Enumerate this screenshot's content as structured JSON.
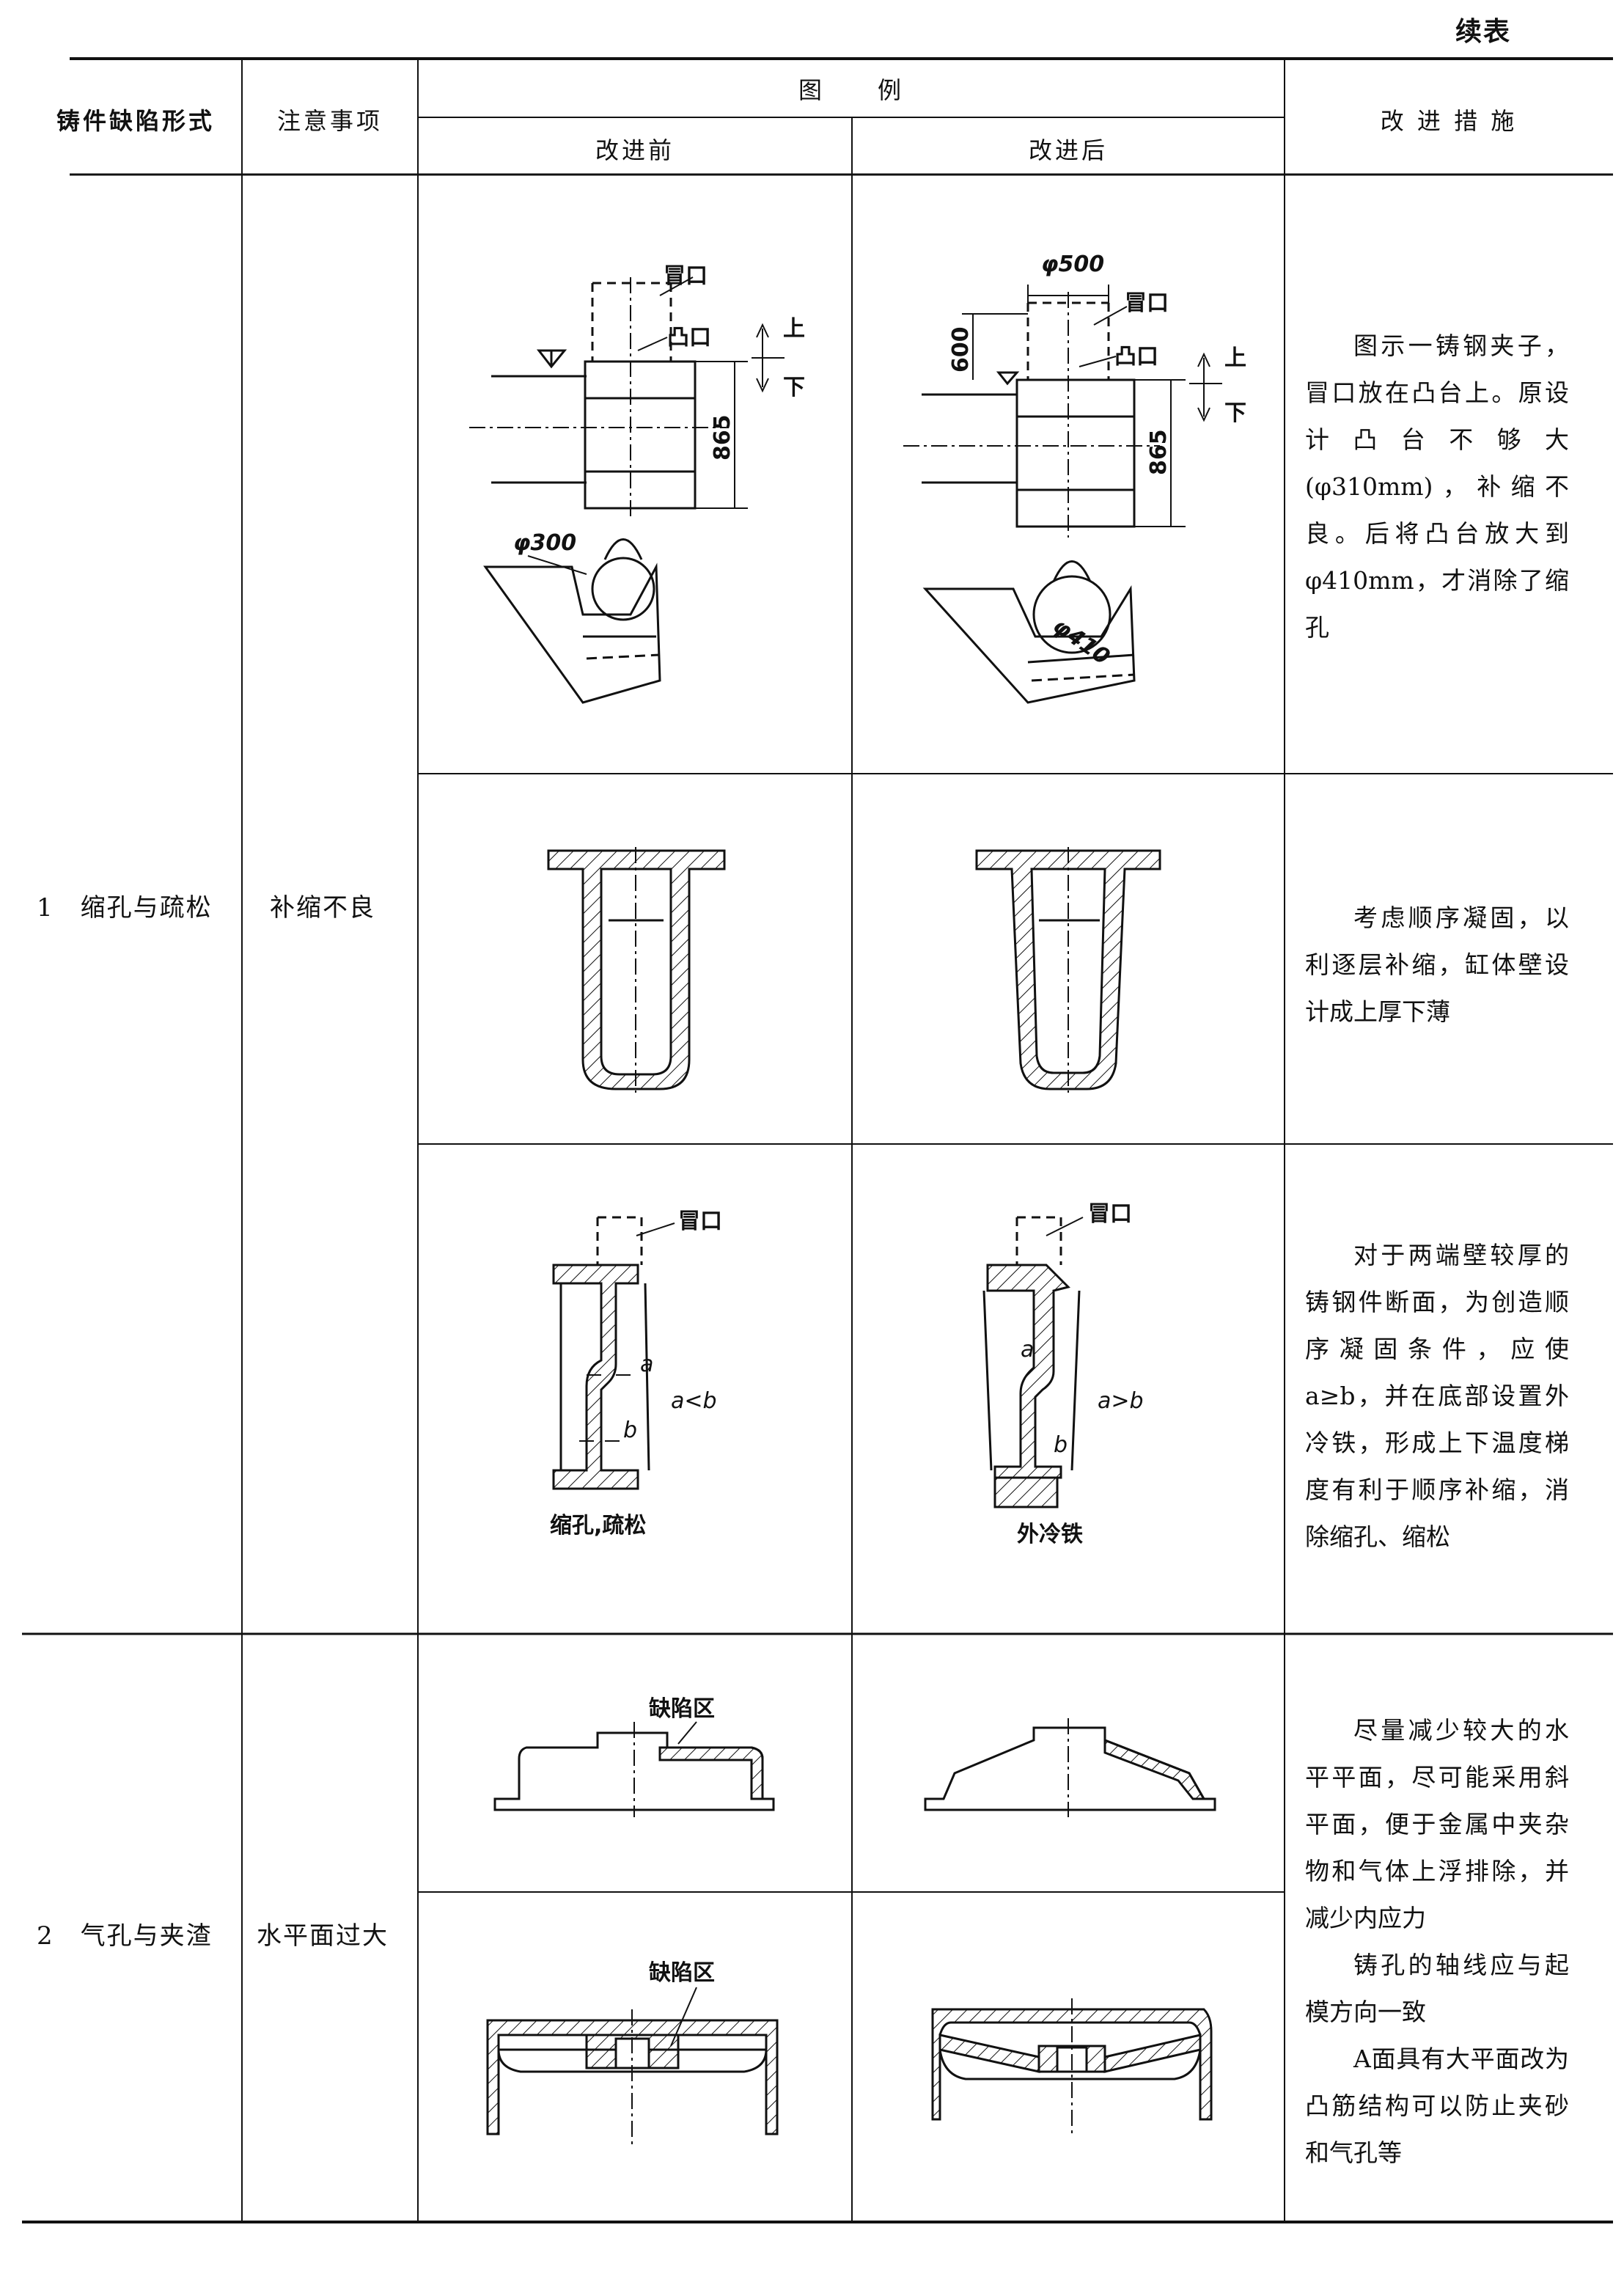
{
  "page": {
    "continued_label": "续表"
  },
  "table": {
    "headers": {
      "defect_form": "铸件缺陷形式",
      "notes": "注意事项",
      "illustration": "图　　例",
      "before": "改进前",
      "after": "改进后",
      "measures": "改 进 措 施"
    },
    "groups": [
      {
        "defect": "1　缩孔与疏松",
        "note": "补缩不良"
      },
      {
        "defect": "2　气孔与夹渣",
        "note": "水平面过大"
      }
    ],
    "rows": [
      {
        "before_labels": {
          "riser": "冒口",
          "boss": "凸口",
          "up": "上",
          "down": "下",
          "height": "865",
          "dia": "φ300"
        },
        "after_labels": {
          "dia_top": "φ500",
          "riser": "冒口",
          "boss": "凸口",
          "height_left": "600",
          "up": "上",
          "down": "下",
          "height": "865",
          "dia": "φ410"
        },
        "measure": "图示一铸钢夹子，冒口放在凸台上。原设计凸台不够大(φ310mm)，补缩不良。后将凸台放大到φ410mm，才消除了缩孔"
      },
      {
        "measure": "考虑顺序凝固，以利逐层补缩，缸体壁设计成上厚下薄"
      },
      {
        "before_labels": {
          "riser": "冒口",
          "a": "a",
          "b": "b",
          "relation": "a<b",
          "caption": "缩孔,疏松"
        },
        "after_labels": {
          "riser": "冒口",
          "a": "a",
          "b": "b",
          "relation": "a>b",
          "caption": "外冷铁"
        },
        "measure": "对于两端壁较厚的铸钢件断面，为创造顺序凝固条件，应使a≥b，并在底部设置外冷铁，形成上下温度梯度有利于顺序补缩，消除缩孔、缩松"
      },
      {
        "before_labels": {
          "defect_zone": "缺陷区"
        }
      },
      {
        "before_labels": {
          "defect_zone": "缺陷区"
        }
      }
    ],
    "group2_measures": [
      "尽量减少较大的水平平面，尽可能采用斜平面，便于金属中夹杂物和气体上浮排除，并减少内应力",
      "铸孔的轴线应与起模方向一致",
      "A面具有大平面改为凸筋结构可以防止夹砂和气孔等"
    ]
  }
}
